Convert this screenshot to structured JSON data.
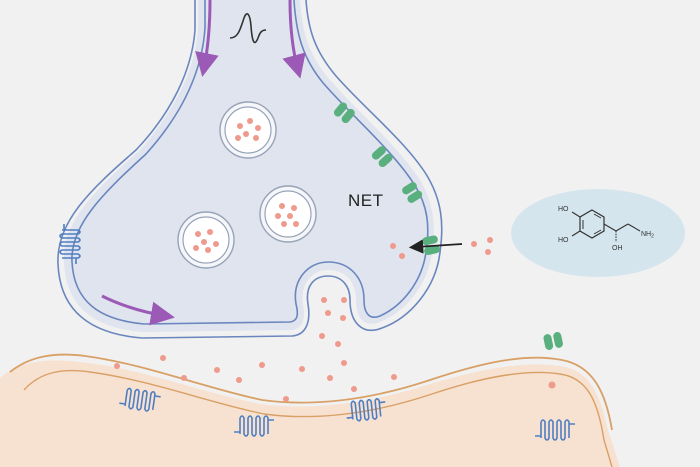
{
  "diagram": {
    "transporter_label": "NET",
    "molecule_labels": {
      "hydroxyl_top": "HO",
      "hydroxyl_bottom": "HO",
      "hydroxyl_side": "OH",
      "amine_main": "NH",
      "amine_sub": "2"
    },
    "colors": {
      "background": "#f1f1f1",
      "presynaptic_fill": "#dfe4ee",
      "membrane_blue": "#6a86bf",
      "postsynaptic_fill": "#f7e2d2",
      "postsynaptic_membrane": "#d9a066",
      "neurotransmitter": "#ee9a8c",
      "transporter_green": "#5aaf7f",
      "receptor_blue": "#4f7fc2",
      "arrow_purple": "#9b5ab6",
      "molecule_bubble": "#d5e5ee"
    }
  }
}
